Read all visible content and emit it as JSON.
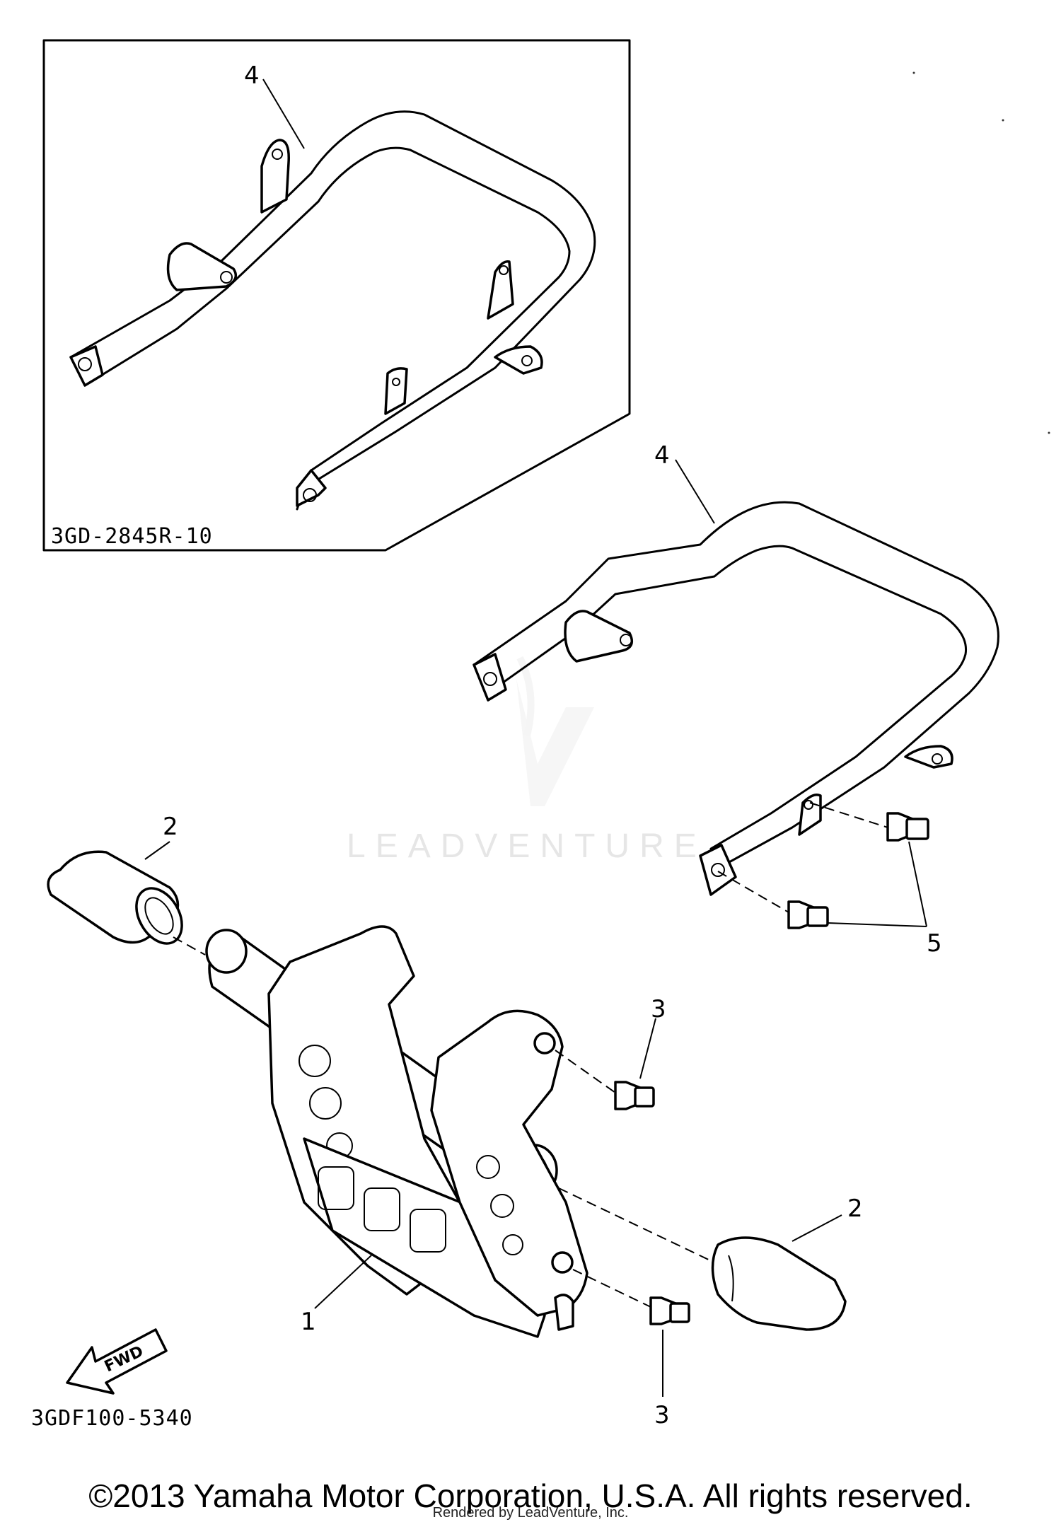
{
  "diagram": {
    "inset_code": "3GD-2845R-10",
    "diagram_code": "3GDF100-5340",
    "watermark": "LEADVENTURE",
    "fwd_label": "FWD",
    "callouts": {
      "c1": "1",
      "c2a": "2",
      "c2b": "2",
      "c3a": "3",
      "c3b": "3",
      "c4a": "4",
      "c4b": "4",
      "c5": "5"
    }
  },
  "footer": {
    "copyright": "©2013 Yamaha Motor Corporation, U.S.A. All rights reserved.",
    "rendered_by": "Rendered by LeadVenture, Inc."
  }
}
